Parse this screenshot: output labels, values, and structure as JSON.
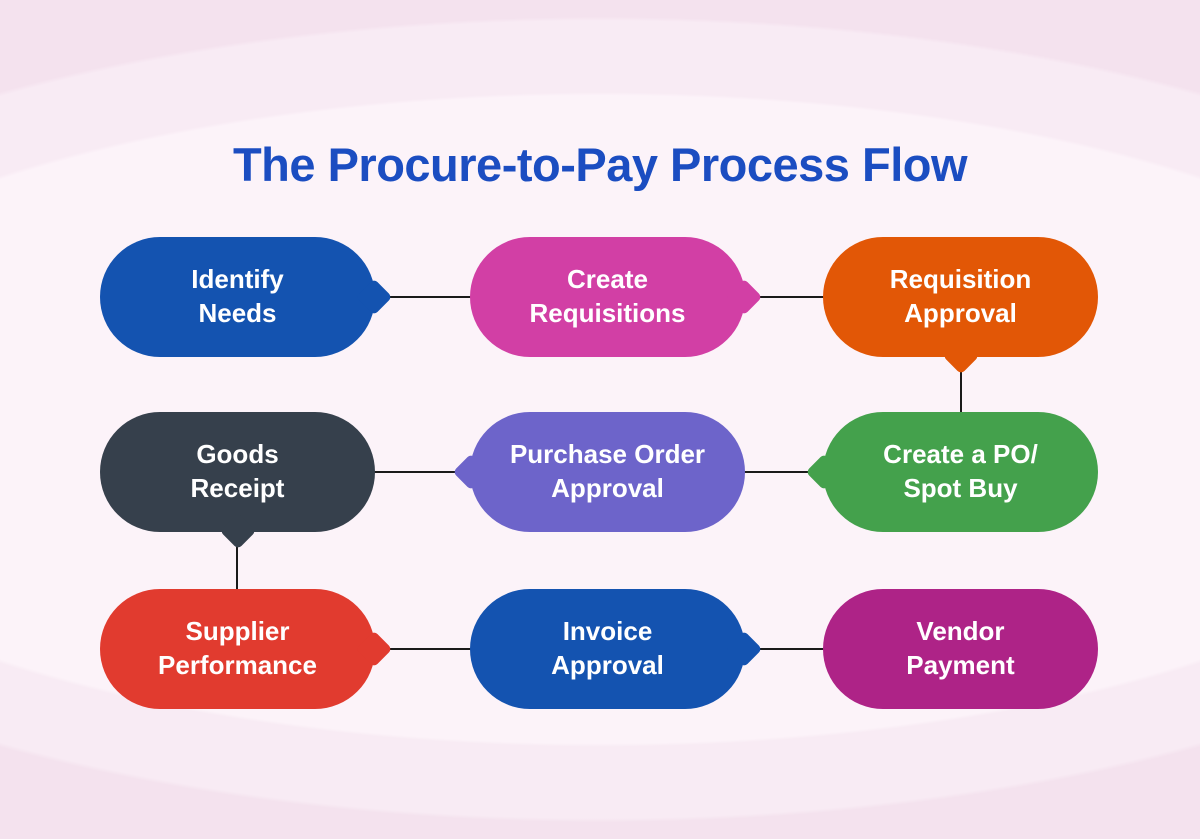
{
  "title": "The Procure-to-Pay Process Flow",
  "title_color": "#1b4dc1",
  "connector_color": "#1a1a1a",
  "background": {
    "base": "#f4e2ee",
    "mid_ellipse": "#f8ebf4",
    "light_ellipse": "#fcf3f9"
  },
  "nodes": [
    {
      "id": "identify-needs",
      "line1": "Identify",
      "line2": "Needs",
      "color": "#1453b0",
      "tail": "right"
    },
    {
      "id": "create-requisitions",
      "line1": "Create",
      "line2": "Requisitions",
      "color": "#d23fa5",
      "tail": "right"
    },
    {
      "id": "requisition-approval",
      "line1": "Requisition",
      "line2": "Approval",
      "color": "#e25706",
      "tail": "bottom"
    },
    {
      "id": "goods-receipt",
      "line1": "Goods",
      "line2": "Receipt",
      "color": "#36404c",
      "tail": "bottom"
    },
    {
      "id": "purchase-order-approval",
      "line1": "Purchase Order",
      "line2": "Approval",
      "color": "#6d64ca",
      "tail": "left"
    },
    {
      "id": "create-po-spot-buy",
      "line1": "Create a PO/",
      "line2": "Spot Buy",
      "color": "#44a14c",
      "tail": "left"
    },
    {
      "id": "supplier-performance",
      "line1": "Supplier",
      "line2": "Performance",
      "color": "#e13b2f",
      "tail": "right"
    },
    {
      "id": "invoice-approval",
      "line1": "Invoice",
      "line2": "Approval",
      "color": "#1453b0",
      "tail": "right"
    },
    {
      "id": "vendor-payment",
      "line1": "Vendor",
      "line2": "Payment",
      "color": "#ae2387",
      "tail": "none"
    }
  ]
}
